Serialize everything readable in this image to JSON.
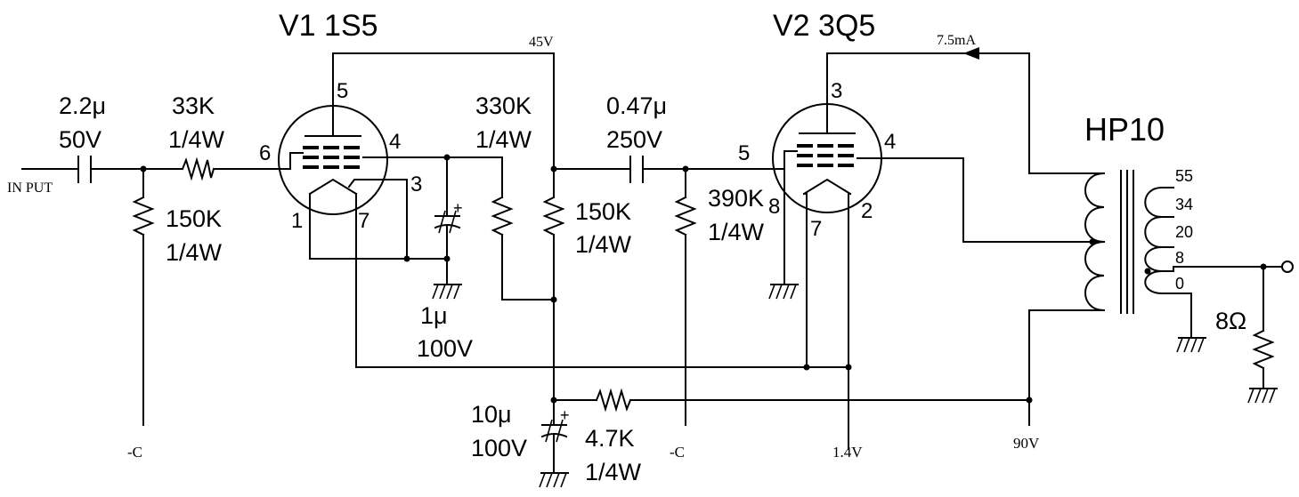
{
  "tubes": {
    "v1": {
      "label": "V1 1S5",
      "pins": {
        "p5": "5",
        "p4": "4",
        "p6": "6",
        "p3": "3",
        "p1": "1",
        "p7": "7"
      }
    },
    "v2": {
      "label": "V2 3Q5",
      "pins": {
        "p3": "3",
        "p4": "4",
        "p5": "5",
        "p8": "8",
        "p7": "7",
        "p2": "2"
      }
    }
  },
  "input": {
    "label": "IN PUT"
  },
  "components": {
    "c_in": {
      "value": "2.2μ",
      "rating": "50V"
    },
    "r_33k": {
      "value": "33K",
      "rating": "1/4W"
    },
    "r_150k_grid": {
      "value": "150K",
      "rating": "1/4W"
    },
    "r_330k": {
      "value": "330K",
      "rating": "1/4W"
    },
    "r_150k_plate": {
      "value": "150K",
      "rating": "1/4W"
    },
    "c_1u": {
      "value": "1μ",
      "rating": "100V",
      "polarity": "+"
    },
    "c_047": {
      "value": "0.47μ",
      "rating": "250V"
    },
    "r_390k": {
      "value": "390K",
      "rating": "1/4W"
    },
    "c_10u": {
      "value": "10μ",
      "rating": "100V",
      "polarity": "+"
    },
    "r_47k": {
      "value": "4.7K",
      "rating": "1/4W"
    },
    "speaker": {
      "value": "8Ω"
    }
  },
  "transformer": {
    "label": "HP10",
    "taps": [
      "55",
      "34",
      "20",
      "8",
      "0"
    ]
  },
  "voltages": {
    "v_45": "45V",
    "current": "7.5mA",
    "neg_c_1": "-C",
    "neg_c_2": "-C",
    "v_14": "1.4V",
    "v_90": "90V"
  },
  "colors": {
    "ink": "#000000",
    "background": "#ffffff"
  }
}
